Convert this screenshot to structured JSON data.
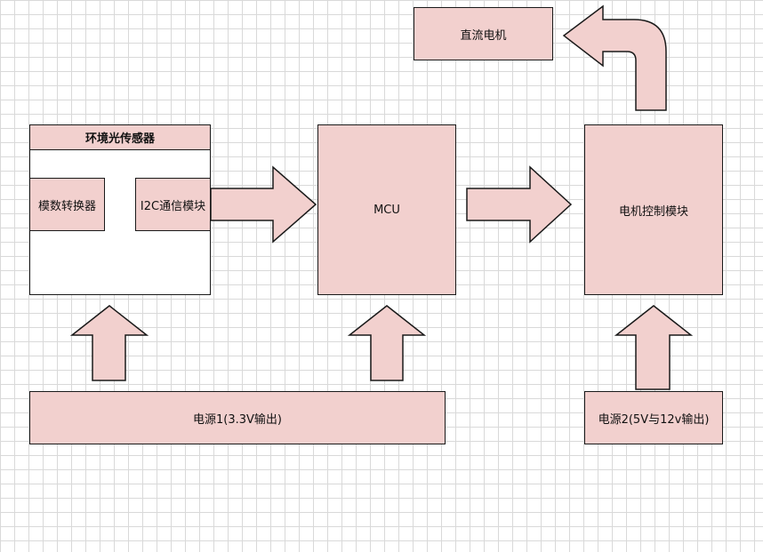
{
  "diagram": {
    "sensor": {
      "title": "环境光传感器",
      "adc_label": "模数转换器",
      "i2c_label": "I2C通信模块"
    },
    "mcu_label": "MCU",
    "motor_control_label": "电机控制模块",
    "dc_motor_label": "直流电机",
    "power1_label": "电源1(3.3V输出)",
    "power2_label": "电源2(5V与12v输出)",
    "colors": {
      "fill": "#f2d0ce",
      "stroke": "#1a1a1a",
      "grid": "#d9d9d9"
    }
  }
}
